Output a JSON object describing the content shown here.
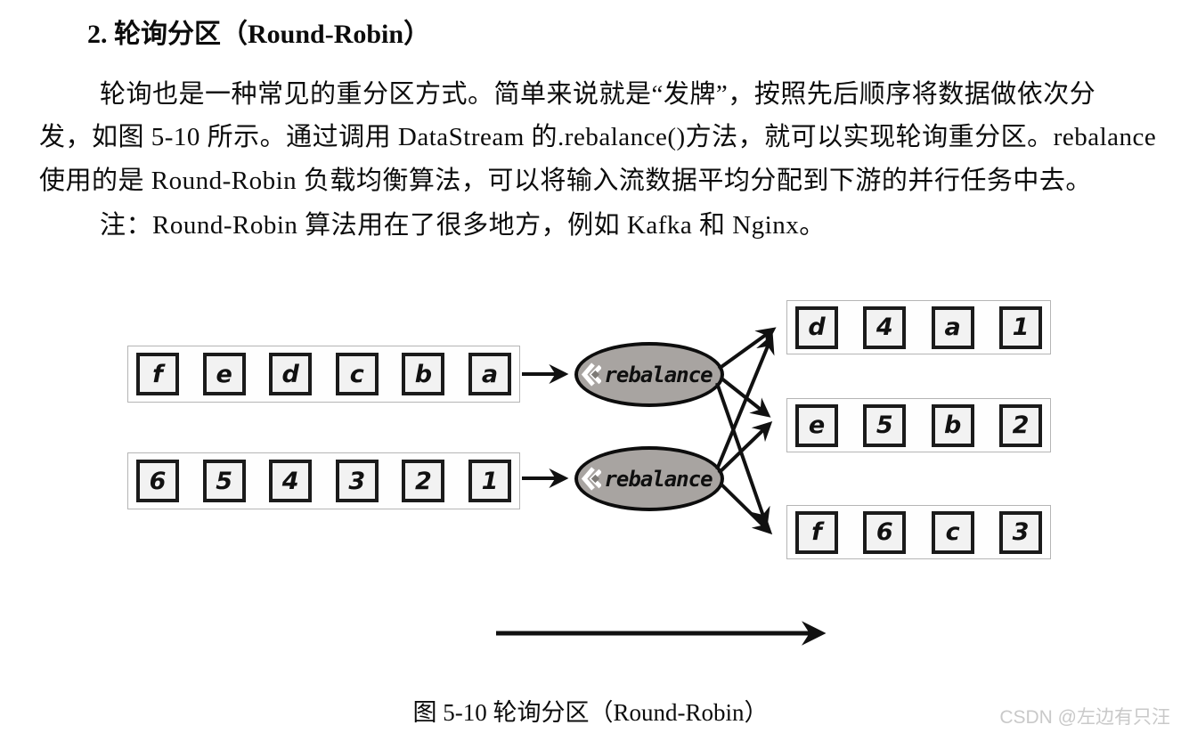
{
  "page": {
    "heading": "2. 轮询分区（Round-Robin）",
    "paragraph_lines": [
      "轮询也是一种常见的重分区方式。简单来说就是“发牌”，按照先后顺序将数据做依次分",
      "发，如图 5-10 所示。通过调用 DataStream 的.rebalance()方法，就可以实现轮询重分区。rebalance",
      "使用的是 Round-Robin 负载均衡算法，可以将输入流数据平均分配到下游的并行任务中去。"
    ],
    "note": "注：Round-Robin 算法用在了很多地方，例如 Kafka 和 Nginx。",
    "caption": "图 5-10 轮询分区（Round-Robin）",
    "watermark": "CSDN @左边有只汪"
  },
  "diagram": {
    "operator_label": "rebalance",
    "input_streams": [
      {
        "cells": [
          "f",
          "e",
          "d",
          "c",
          "b",
          "a"
        ]
      },
      {
        "cells": [
          "6",
          "5",
          "4",
          "3",
          "2",
          "1"
        ]
      }
    ],
    "output_streams": [
      {
        "cells": [
          "d",
          "4",
          "a",
          "1"
        ]
      },
      {
        "cells": [
          "e",
          "5",
          "b",
          "2"
        ]
      },
      {
        "cells": [
          "f",
          "6",
          "c",
          "3"
        ]
      }
    ],
    "colors": {
      "ellipse_fill": "#a8a4a1",
      "box_fill": "#f2f2f2",
      "box_border": "#1b1b1b",
      "arrow": "#111111",
      "watermark": "#c9c9c9"
    }
  }
}
